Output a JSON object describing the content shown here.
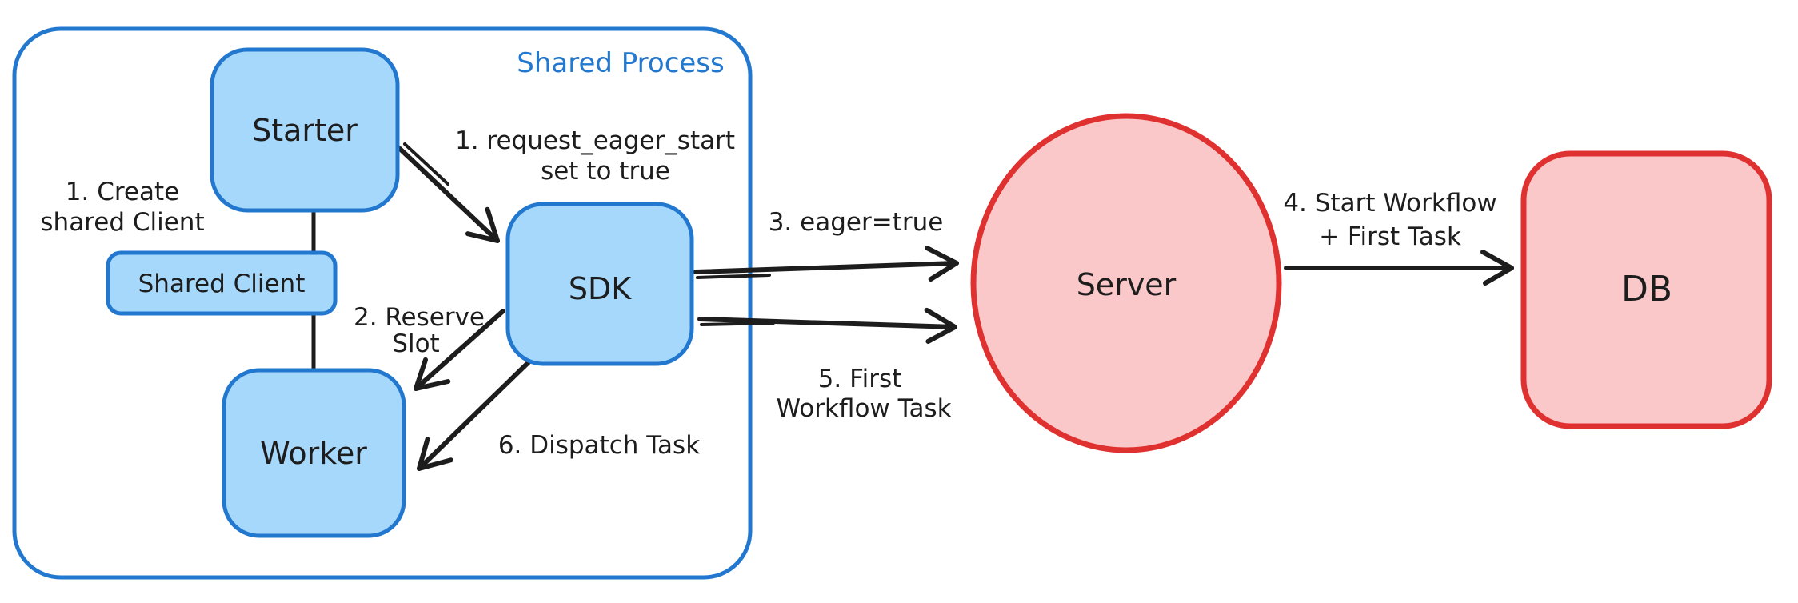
{
  "container": {
    "label": "Shared Process"
  },
  "nodes": {
    "starter": {
      "label": "Starter"
    },
    "shared_client": {
      "label": "Shared Client"
    },
    "worker": {
      "label": "Worker"
    },
    "sdk": {
      "label": "SDK"
    },
    "server": {
      "label": "Server"
    },
    "db": {
      "label": "DB"
    }
  },
  "annotations": {
    "create_client": {
      "line1": "1. Create",
      "line2": "shared Client"
    },
    "request_eager_start": {
      "line1": "1. request_eager_start",
      "line2": "set to true"
    },
    "reserve_slot": {
      "line1": "2. Reserve",
      "line2": "Slot"
    },
    "eager_true": {
      "label": "3. eager=true"
    },
    "start_workflow": {
      "line1": "4. Start Workflow",
      "line2": "+ First Task"
    },
    "first_workflow_task": {
      "line1": "5. First",
      "line2": "Workflow Task"
    },
    "dispatch_task": {
      "label": "6. Dispatch Task"
    }
  },
  "colors": {
    "blue_stroke": "#2277cf",
    "blue_fill": "#a6d8fc",
    "red_stroke": "#e03131",
    "red_fill": "#fbc8c9",
    "ink": "#1d1d1d",
    "background": "#ffffff"
  }
}
